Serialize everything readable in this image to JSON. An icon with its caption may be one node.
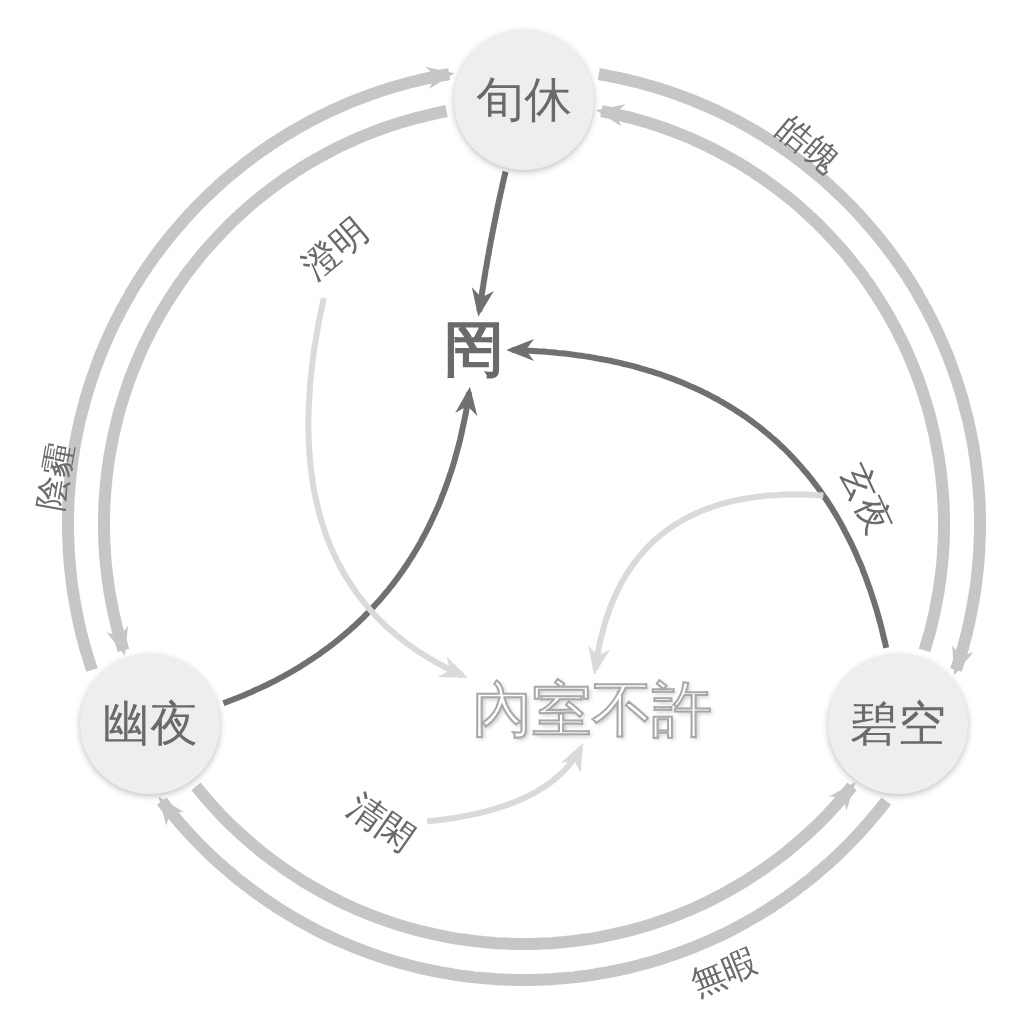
{
  "diagram": {
    "nodes": [
      {
        "text": [
          "旬休"
        ]
      },
      {
        "text": [
          "澄明"
        ]
      },
      {
        "text": [
          "罔"
        ]
      },
      {
        "text": [
          "玄夜"
        ]
      },
      {
        "text": [
          "幽夜"
        ]
      },
      {
        "text": [
          "內室不許"
        ]
      },
      {
        "text": [
          "碧空"
        ]
      },
      {
        "text": [
          "清閑"
        ]
      }
    ],
    "edges": [
      {
        "from": 4,
        "to": 0,
        "arrow": "to",
        "label": "陰霾",
        "style": "thick"
      },
      {
        "from": 0,
        "to": 4,
        "arrow": "to",
        "style": "thick"
      },
      {
        "from": 0,
        "to": 6,
        "arrow": "to",
        "label": "皓魄",
        "style": "thick"
      },
      {
        "from": 6,
        "to": 0,
        "arrow": "to",
        "style": "thick"
      },
      {
        "from": 6,
        "to": 4,
        "arrow": "to",
        "label": "無暇",
        "style": "thick"
      },
      {
        "from": 4,
        "to": 6,
        "arrow": "to",
        "style": "thick"
      },
      {
        "from": 0,
        "to": 2,
        "arrow": "to",
        "color": "#707070"
      },
      {
        "from": 6,
        "to": 2,
        "arrow": "to",
        "color": "#707070"
      },
      {
        "from": 4,
        "to": 2,
        "arrow": "to",
        "color": "#707070"
      },
      {
        "from": 1,
        "to": 5,
        "arrow": "to",
        "color": "#dadada"
      },
      {
        "from": 3,
        "to": 5,
        "arrow": "to",
        "color": "#dadada"
      },
      {
        "from": 7,
        "to": 5,
        "arrow": "to",
        "color": "#dadada"
      }
    ]
  }
}
